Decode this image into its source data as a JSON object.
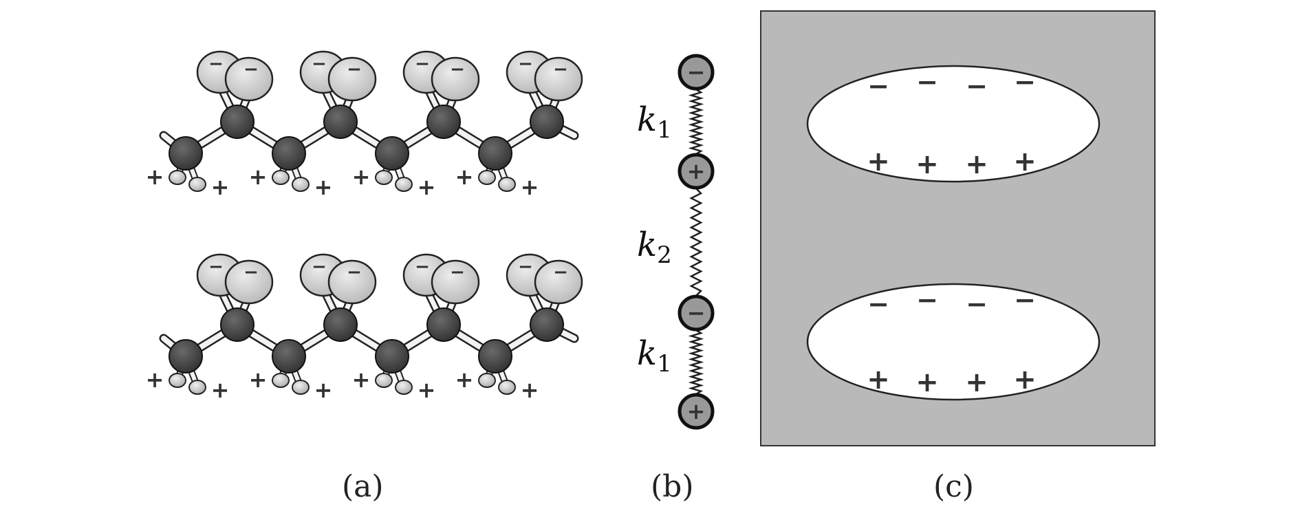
{
  "panels": {
    "a": {
      "caption": "(a)",
      "molecule_rows": 2,
      "units_per_row": 4,
      "top_charge": "−",
      "bottom_charge": "+"
    },
    "b": {
      "caption": "(b)",
      "charges": [
        "−",
        "+",
        "−",
        "+"
      ],
      "springs": [
        {
          "symbol": "k",
          "subscript": "1"
        },
        {
          "symbol": "k",
          "subscript": "2"
        },
        {
          "symbol": "k",
          "subscript": "1"
        }
      ]
    },
    "c": {
      "caption": "(c)",
      "ellipses": [
        {
          "top_charges": [
            "−",
            "−",
            "−",
            "−"
          ],
          "bottom_charges": [
            "+",
            "+",
            "+",
            "+"
          ]
        },
        {
          "top_charges": [
            "−",
            "−",
            "−",
            "−"
          ],
          "bottom_charges": [
            "+",
            "+",
            "+",
            "+"
          ]
        }
      ]
    }
  },
  "colors": {
    "background": "#ffffff",
    "panel_c_fill": "#b9b9b9",
    "oxygen_sphere": "#d4d4d4",
    "carbon_sphere": "#4a4a4a",
    "hydrogen_sphere": "#cfcfcf",
    "bond": "#f2f2f2",
    "outline": "#222222"
  }
}
